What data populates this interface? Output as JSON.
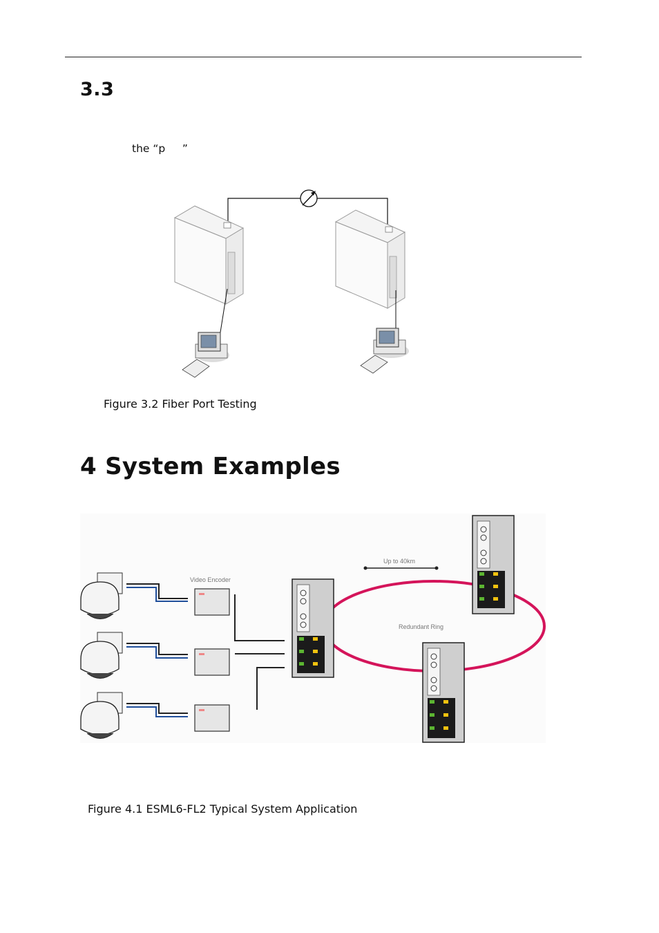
{
  "section": {
    "number": "3.3",
    "fragment": "the “p     ”"
  },
  "figure_3_2": {
    "caption": "Figure 3.2 Fiber Port Testing"
  },
  "chapter": {
    "title": "4 System Examples"
  },
  "figure_4_1": {
    "caption": "Figure 4.1 ESML6-FL2 Typical System Application",
    "label_distance": "Up to 40km",
    "label_encoder": "Video Encoder",
    "label_ring": "Redundant Ring"
  },
  "colors": {
    "ring": "#d4145a",
    "cable_blue": "#1f4e9a",
    "port_green": "#5cb531",
    "port_yellow": "#f2c20f"
  }
}
